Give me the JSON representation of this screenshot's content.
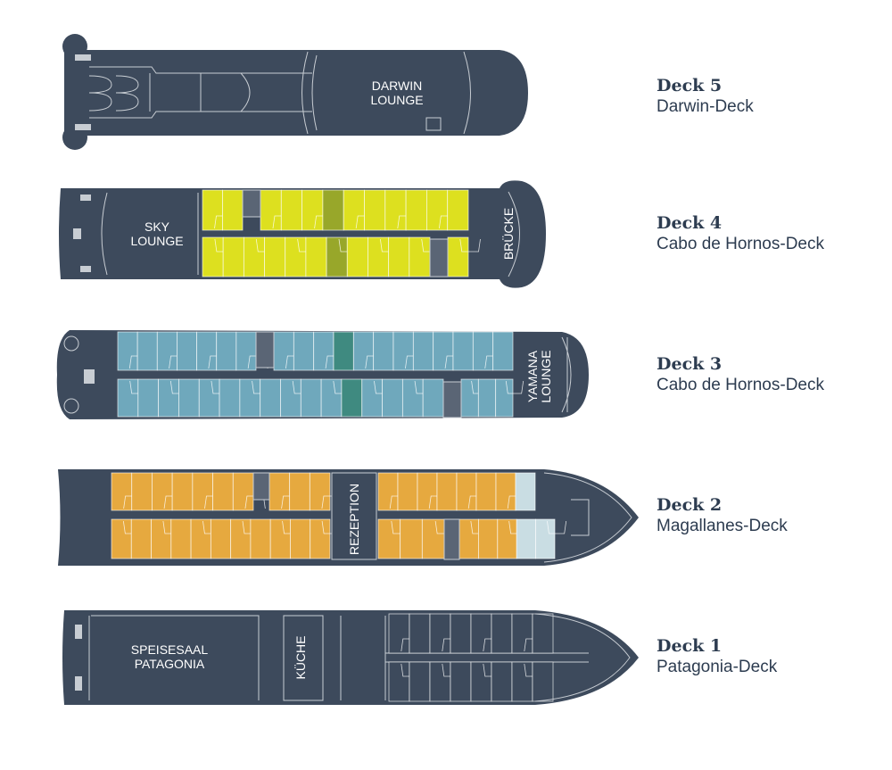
{
  "decks": [
    {
      "number": "Deck 5",
      "name": "Darwin-Deck",
      "rooms": [
        "DARWIN",
        "LOUNGE"
      ]
    },
    {
      "number": "Deck 4",
      "name": "Cabo de Hornos-Deck",
      "rooms": [
        "SKY",
        "LOUNGE",
        "BRÜCKE"
      ]
    },
    {
      "number": "Deck 3",
      "name": "Cabo de Hornos-Deck",
      "rooms": [
        "YAMANA",
        "LOUNGE"
      ]
    },
    {
      "number": "Deck 2",
      "name": "Magallanes-Deck",
      "rooms": [
        "REZEPTION"
      ]
    },
    {
      "number": "Deck 1",
      "name": "Patagonia-Deck",
      "rooms": [
        "SPEISESAAL",
        "PATAGONIA",
        "KÜCHE"
      ]
    }
  ],
  "colors": {
    "hull": "#3d4a5c",
    "deck4_cabin": "#dde01f",
    "deck4_suite": "#98a72a",
    "deck3_cabin": "#6fa8bc",
    "deck3_suite": "#3f8a80",
    "deck2_cabin": "#e6a93f",
    "deck2_suite": "#c9dde3",
    "text": "#2d3c50"
  }
}
